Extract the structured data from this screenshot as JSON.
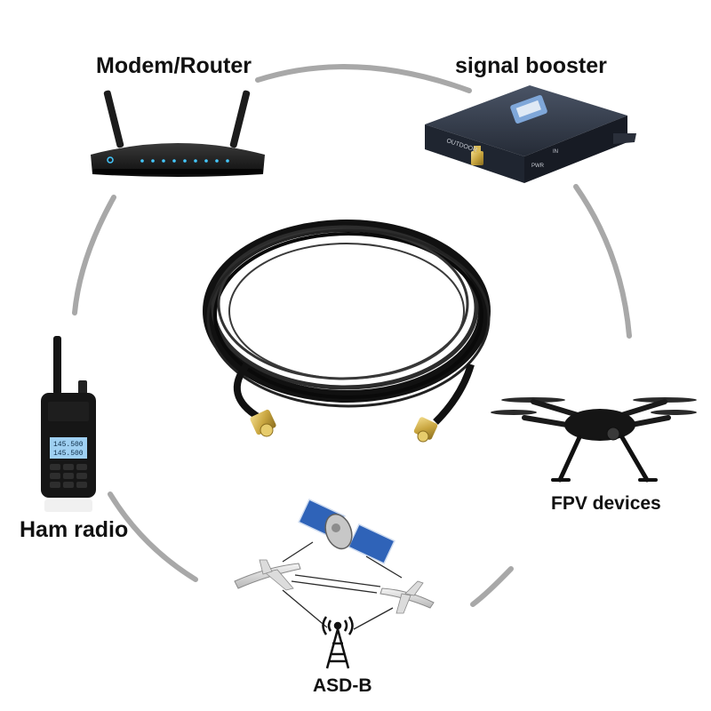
{
  "labels": {
    "router": "Modem/Router",
    "booster": "signal booster",
    "ham": "Ham radio",
    "fpv": "FPV devices",
    "adsb": "ASD-B"
  },
  "booster_text": {
    "outdoor": "OUTDOOR",
    "indoor": "IN",
    "power": "PWR"
  },
  "radio_display": {
    "line1": "145.500",
    "line2": "145.500"
  },
  "icons": [
    "router-icon",
    "signal-booster-icon",
    "ham-radio-icon",
    "drone-icon",
    "satellite-icon",
    "airplane-icon",
    "radio-tower-icon",
    "coaxial-cable-icon",
    "sma-connector-icon"
  ],
  "colors": {
    "arc": "#9a9a9a",
    "device_dark": "#1a1d22",
    "booster_body": "#2b3240",
    "satellite_panel": "#2f63b8",
    "connector_gold": "#c9a640"
  }
}
